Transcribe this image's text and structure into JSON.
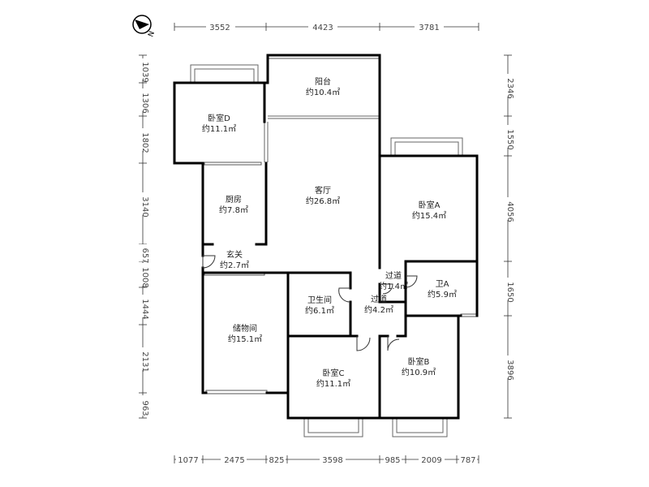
{
  "compass": {
    "label": "N"
  },
  "dimensions": {
    "top": [
      "3552",
      "4423",
      "3781"
    ],
    "bottom": [
      "1077",
      "2475",
      "825",
      "3598",
      "985",
      "2009",
      "787"
    ],
    "left": [
      "1039",
      "1306",
      "1802",
      "3140",
      "657",
      "1008",
      "1444",
      "2131",
      "963"
    ],
    "right": [
      "2346",
      "1550",
      "4056",
      "1650",
      "3896"
    ]
  },
  "rooms": [
    {
      "name": "阳台",
      "area": "约10.4㎡"
    },
    {
      "name": "卧室D",
      "area": "约11.1㎡"
    },
    {
      "name": "客厅",
      "area": "约26.8㎡"
    },
    {
      "name": "厨房",
      "area": "约7.8㎡"
    },
    {
      "name": "卧室A",
      "area": "约15.4㎡"
    },
    {
      "name": "玄关",
      "area": "约2.7㎡"
    },
    {
      "name": "过道",
      "area": "约1.4㎡"
    },
    {
      "name": "卫A",
      "area": "约5.9㎡"
    },
    {
      "name": "卫生间",
      "area": "约6.1㎡"
    },
    {
      "name": "过道",
      "area": "约4.2㎡"
    },
    {
      "name": "储物间",
      "area": "约15.1㎡"
    },
    {
      "name": "卧室C",
      "area": "约11.1㎡"
    },
    {
      "name": "卧室B",
      "area": "约10.9㎡"
    }
  ]
}
